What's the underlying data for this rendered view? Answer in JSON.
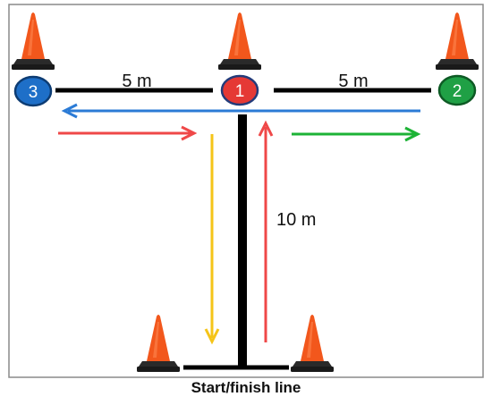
{
  "diagram": {
    "distances": {
      "left": "5 m",
      "right": "5 m",
      "vertical": "10 m"
    },
    "markers": [
      {
        "number": "1",
        "color": "#e53935"
      },
      {
        "number": "2",
        "color": "#1fa045"
      },
      {
        "number": "3",
        "color": "#1e6fc8"
      }
    ],
    "caption": "Start/finish line",
    "colors": {
      "frame": "#8a8a8a",
      "line": "#000000",
      "cone": "#f2571c",
      "cone_base": "#1a1a1a",
      "arrow_red": "#ef4848",
      "arrow_green": "#1db336",
      "arrow_blue": "#2b7bd6",
      "arrow_yellow": "#f5c418"
    },
    "icons": [
      "traffic-cone-icon",
      "marker-circle-icon",
      "arrow-icon"
    ]
  }
}
